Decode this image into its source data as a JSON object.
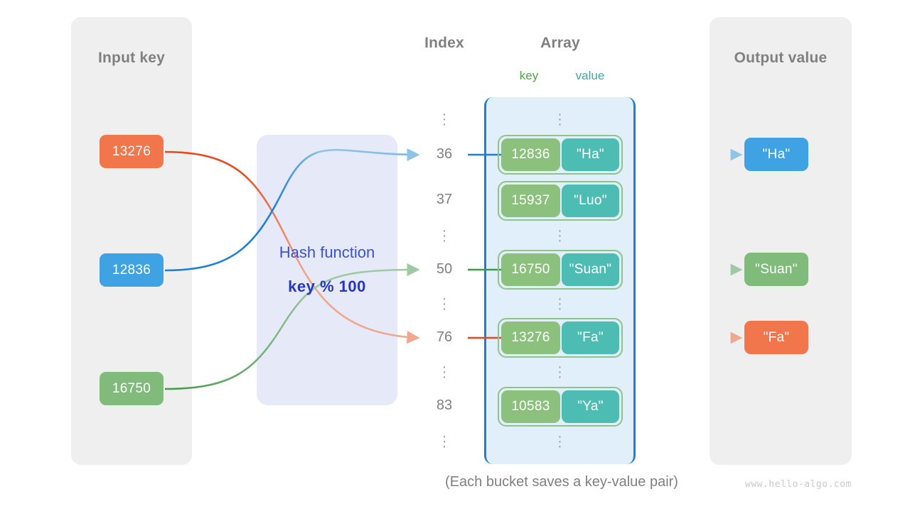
{
  "panels": {
    "input": {
      "title": "Input key"
    },
    "output": {
      "title": "Output value"
    }
  },
  "headers": {
    "index": "Index",
    "array": "Array",
    "key": "key",
    "value": "value"
  },
  "hash_function": {
    "label": "Hash function",
    "expression": "key % 100"
  },
  "input_keys": [
    {
      "text": "13276",
      "color": "#f2764b"
    },
    {
      "text": "12836",
      "color": "#3ea2e3"
    },
    {
      "text": "16750",
      "color": "#81bb7c"
    }
  ],
  "output_values": [
    {
      "text": "\"Ha\"",
      "color": "#3ea2e3"
    },
    {
      "text": "\"Suan\"",
      "color": "#81bb7c"
    },
    {
      "text": "\"Fa\"",
      "color": "#f2764b"
    }
  ],
  "index_column": [
    "36",
    "37",
    "50",
    "76",
    "83"
  ],
  "buckets": [
    {
      "index": "36",
      "key": "12836",
      "value": "\"Ha\""
    },
    {
      "index": "37",
      "key": "15937",
      "value": "\"Luo\""
    },
    {
      "index": "50",
      "key": "16750",
      "value": "\"Suan\""
    },
    {
      "index": "76",
      "key": "13276",
      "value": "\"Fa\""
    },
    {
      "index": "83",
      "key": "10583",
      "value": "\"Ya\""
    }
  ],
  "ellipsis": "⋮",
  "caption": "(Each bucket saves a key-value pair)",
  "watermark": "www.hello-algo.com",
  "colors": {
    "panel_bg": "#efefef",
    "hash_bg": "#e6eaf8",
    "hash_text": "#3b51cf",
    "array_bg": "#e0effa",
    "array_border": "#1d7fd0",
    "bucket_key": "#8cc07d",
    "bucket_value": "#4dbdb4",
    "orange": "#f2764b",
    "blue": "#3ea2e3",
    "green": "#81bb7c",
    "heading": "#808080"
  }
}
